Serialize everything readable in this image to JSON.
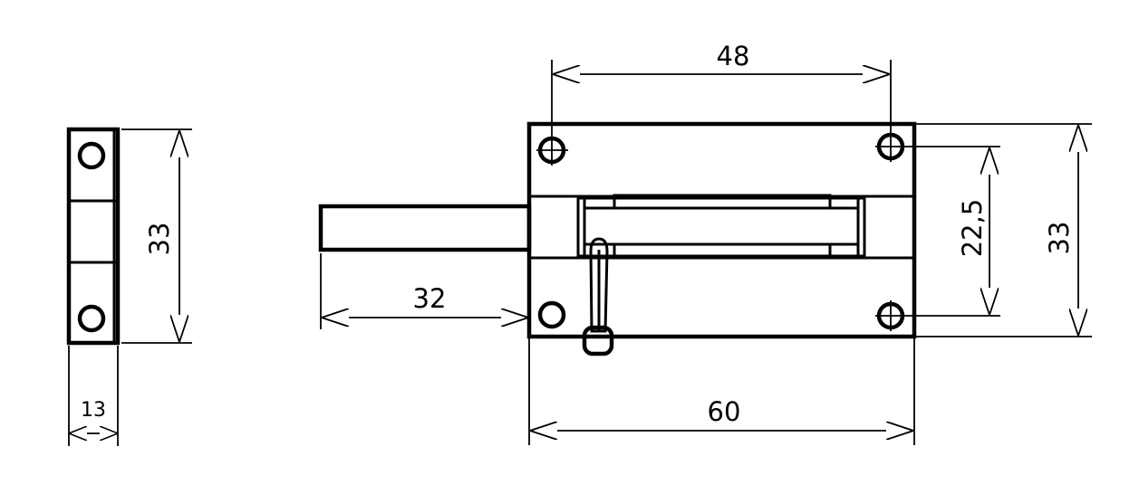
{
  "drawing": {
    "dimensions": {
      "side_height": "33",
      "side_width": "13",
      "top_width": "48",
      "bolt_length": "32",
      "hole_spacing_vertical": "22,5",
      "body_height": "33",
      "body_width": "60"
    },
    "colors": {
      "line": "#000000",
      "background": "#ffffff"
    }
  }
}
